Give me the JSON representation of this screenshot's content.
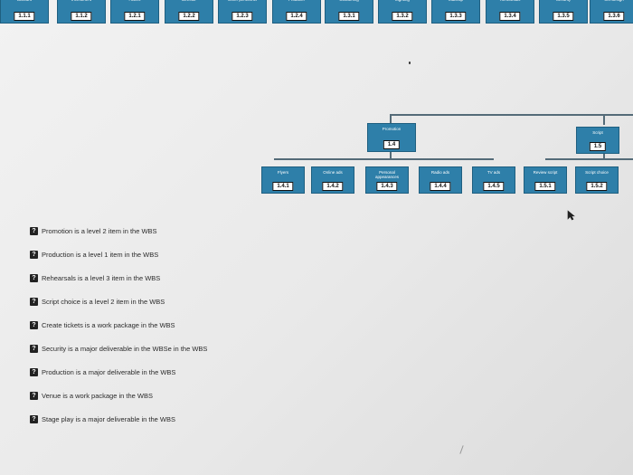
{
  "top_row": [
    {
      "label": "account",
      "code": "1.1.1"
    },
    {
      "label": "Investment",
      "code": "1.1.2"
    },
    {
      "label": "Actors",
      "code": "1.2.1"
    },
    {
      "label": "Director",
      "code": "1.2.2"
    },
    {
      "label": "Other personnel",
      "code": "1.2.3"
    },
    {
      "label": "Producer",
      "code": "1.2.4"
    },
    {
      "label": "Costuming",
      "code": "1.3.1"
    },
    {
      "label": "Lighting",
      "code": "1.3.2"
    },
    {
      "label": "Makeup",
      "code": "1.3.3"
    },
    {
      "label": "Rehearsals",
      "code": "1.3.4"
    },
    {
      "label": "Security",
      "code": "1.3.5"
    },
    {
      "label": "Set design",
      "code": "1.3.6"
    }
  ],
  "level2": [
    {
      "label": "Promotion",
      "code": "1.4"
    },
    {
      "label": "Script",
      "code": "1.5"
    }
  ],
  "level3": [
    {
      "label": "Flyers",
      "code": "1.4.1"
    },
    {
      "label": "Online ads",
      "code": "1.4.2"
    },
    {
      "label": "Personal appearances",
      "code": "1.4.3"
    },
    {
      "label": "Radio ads",
      "code": "1.4.4"
    },
    {
      "label": "TV ads",
      "code": "1.4.5"
    },
    {
      "label": "Review script",
      "code": "1.5.1"
    },
    {
      "label": "Script choice",
      "code": "1.5.2"
    }
  ],
  "questions": [
    {
      "icon": "?",
      "text": "Promotion is a level 2 item in the WBS"
    },
    {
      "icon": "?",
      "text": "Production is a level 1 item in the WBS"
    },
    {
      "icon": "?",
      "text": "Rehearsals is a level 3 item in the WBS"
    },
    {
      "icon": "?",
      "text": "Script choice is a level 2 item in the WBS"
    },
    {
      "icon": "?",
      "text": "Create tickets is a work package in the WBS"
    },
    {
      "icon": "?",
      "text": "Security is a major deliverable in the WBSe in the WBS"
    },
    {
      "icon": "?",
      "text": "Production is a major deliverable in the WBS"
    },
    {
      "icon": "?",
      "text": "Venue is a work package in the WBS"
    },
    {
      "icon": "?",
      "text": "Stage play is a major deliverable in the WBS"
    }
  ],
  "colors": {
    "box_fill": "#2e7fa9",
    "connector": "#546b78",
    "page_bg": "#efefef"
  },
  "icons": {
    "question": "question-mark-icon",
    "cursor": "mouse-pointer-icon"
  }
}
